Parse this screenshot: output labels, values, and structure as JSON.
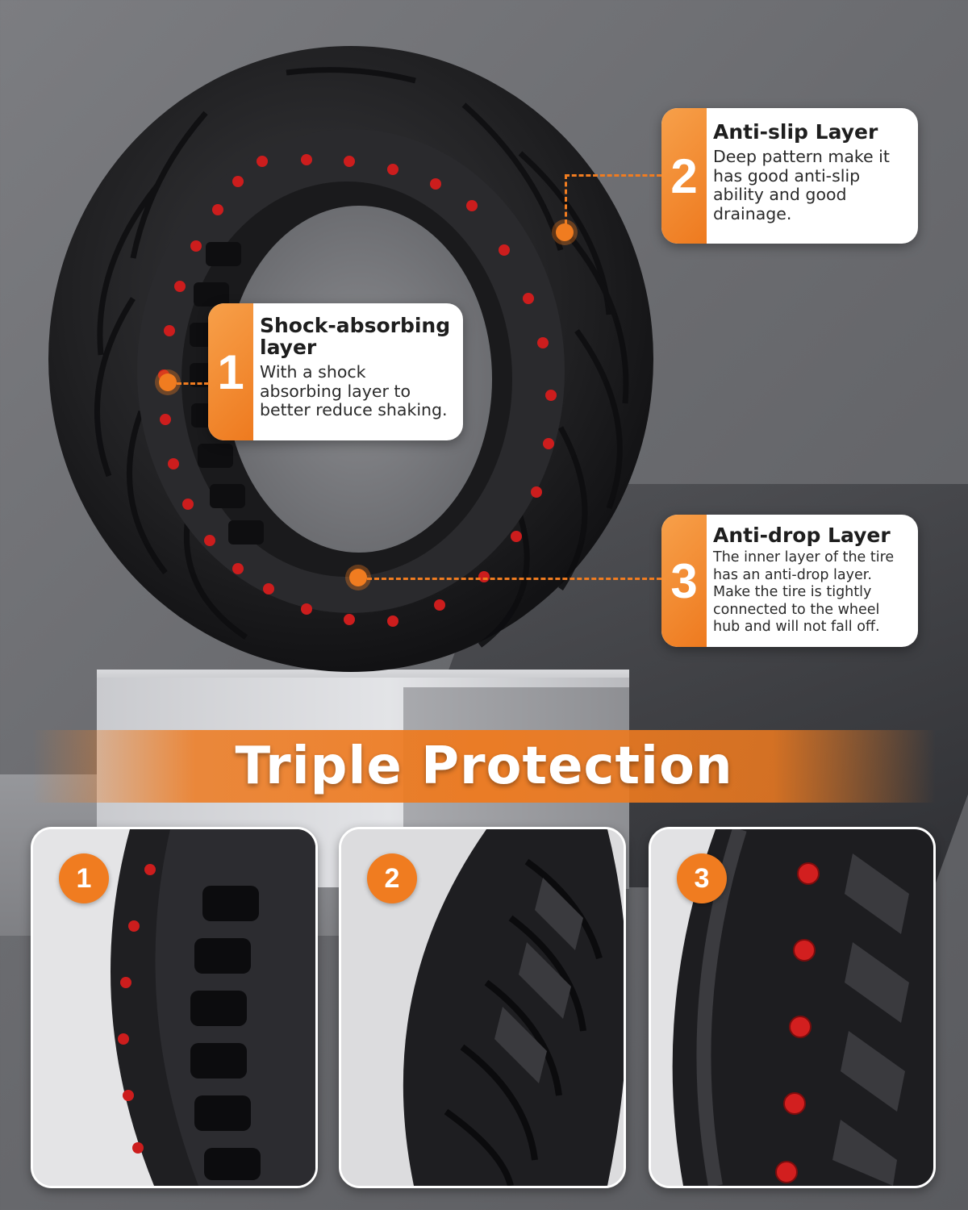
{
  "colors": {
    "accent": "#f07c20",
    "stud": "#cc1d1d",
    "rubber": "#1c1c1e"
  },
  "callouts": [
    {
      "number": "1",
      "title_line1": "Shock-absorbing",
      "title_line2": "layer",
      "desc": [
        "With a shock",
        "absorbing layer to",
        "better reduce shaking."
      ]
    },
    {
      "number": "2",
      "title_line1": "Anti-slip Layer",
      "desc": [
        "Deep pattern make it",
        "has good anti-slip",
        "ability and good",
        "drainage."
      ]
    },
    {
      "number": "3",
      "title_line1": "Anti-drop Layer",
      "desc": [
        "The inner layer of the tire",
        "has an anti-drop layer.",
        "Make the tire is tightly",
        "connected to the wheel",
        "hub and will not fall off."
      ]
    }
  ],
  "banner": {
    "title": "Triple Protection"
  },
  "panels": [
    {
      "badge": "1",
      "icon": "tire-inner-closeup"
    },
    {
      "badge": "2",
      "icon": "tire-tread-closeup"
    },
    {
      "badge": "3",
      "icon": "tire-sidewall-closeup"
    }
  ]
}
